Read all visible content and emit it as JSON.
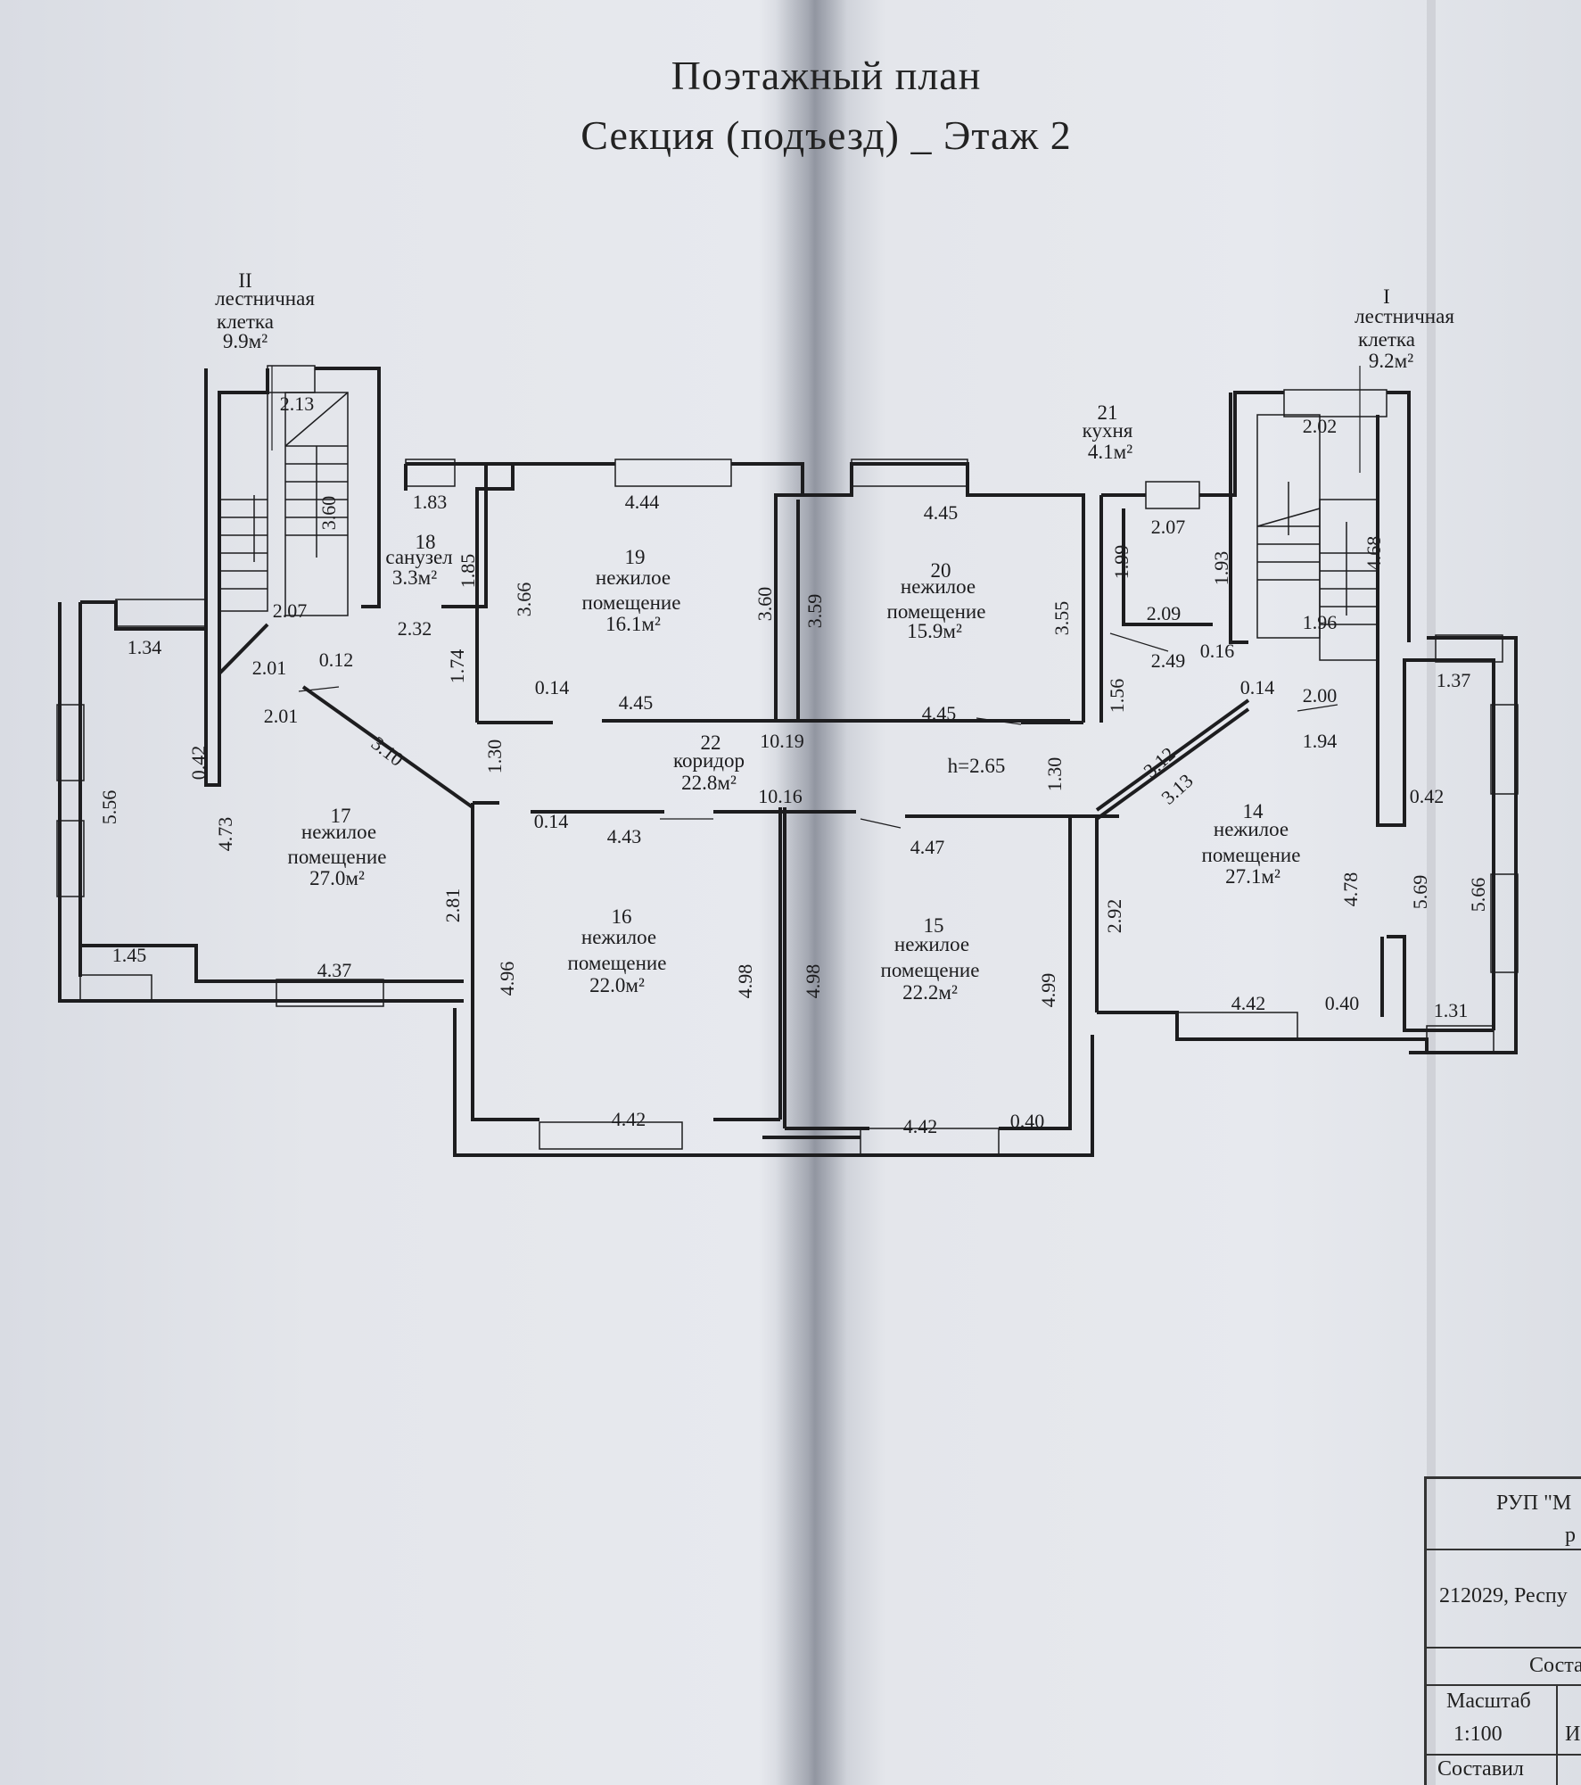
{
  "title": {
    "line1": "Поэтажный план",
    "line2": "Секция (подъезд) _   Этаж 2"
  },
  "rooms": {
    "stair2": {
      "num": "II",
      "name1": "лестничная",
      "name2": "клетка",
      "area": "9.9м²"
    },
    "stair1": {
      "num": "I",
      "name1": "лестничная",
      "name2": "клетка",
      "area": "9.2м²"
    },
    "r14": {
      "num": "14",
      "name1": "нежилое",
      "name2": "помещение",
      "area": "27.1м²"
    },
    "r15": {
      "num": "15",
      "name1": "нежилое",
      "name2": "помещение",
      "area": "22.2м²"
    },
    "r16": {
      "num": "16",
      "name1": "нежилое",
      "name2": "помещение",
      "area": "22.0м²"
    },
    "r17": {
      "num": "17",
      "name1": "нежилое",
      "name2": "помещение",
      "area": "27.0м²"
    },
    "r18": {
      "num": "18",
      "name1": "санузел",
      "area": "3.3м²"
    },
    "r19": {
      "num": "19",
      "name1": "нежилое",
      "name2": "помещение",
      "area": "16.1м²"
    },
    "r20": {
      "num": "20",
      "name1": "нежилое",
      "name2": "помещение",
      "area": "15.9м²"
    },
    "r21": {
      "num": "21",
      "name1": "кухня",
      "area": "4.1м²"
    },
    "r22": {
      "num": "22",
      "name1": "коридор",
      "area": "22.8м²"
    },
    "height": "h=2.65"
  },
  "dims": {
    "d213": "2.13",
    "d360a": "3.60",
    "d207a": "2.07",
    "d183": "1.83",
    "d185": "1.85",
    "d232": "2.32",
    "d174": "1.74",
    "d444": "4.44",
    "d366": "3.66",
    "d360b": "3.60",
    "d014a": "0.14",
    "d445a": "4.45",
    "d359": "3.59",
    "d445b": "4.45",
    "d355": "3.55",
    "d445c": "4.45",
    "d1019": "10.19",
    "d1016": "10.16",
    "d202": "2.02",
    "d207b": "2.07",
    "d199": "1.99",
    "d193": "1.93",
    "d468": "4.68",
    "d209": "2.09",
    "d249": "2.49",
    "d016": "0.16",
    "d196": "1.96",
    "d156": "1.56",
    "d014b": "0.14",
    "d200": "2.00",
    "d194": "1.94",
    "d137": "1.37",
    "d312": "3.12",
    "d313": "3.13",
    "d042a": "0.42",
    "d130a": "1.30",
    "d130b": "1.30",
    "d134": "1.34",
    "d201a": "2.01",
    "d012": "0.12",
    "d201b": "2.01",
    "d310": "3.10",
    "d042b": "0.42",
    "d556": "5.56",
    "d473": "4.73",
    "d281": "2.81",
    "d145": "1.45",
    "d437": "4.37",
    "d014c": "0.14",
    "d443": "4.43",
    "d447": "4.47",
    "d496": "4.96",
    "d498a": "4.98",
    "d498b": "4.98",
    "d499": "4.99",
    "d442a": "4.42",
    "d442b": "4.42",
    "d040a": "0.40",
    "d292": "2.92",
    "d478": "4.78",
    "d569": "5.69",
    "d566": "5.66",
    "d442c": "4.42",
    "d040b": "0.40",
    "d131": "1.31"
  },
  "stamp": {
    "org": "РУП \"М",
    "org2": "р",
    "address": "212029, Респу",
    "compiled_hdr": "Соста",
    "scale_label": "Масштаб",
    "scale_value": "1:100",
    "col2": "И",
    "compiled": "Составил"
  }
}
